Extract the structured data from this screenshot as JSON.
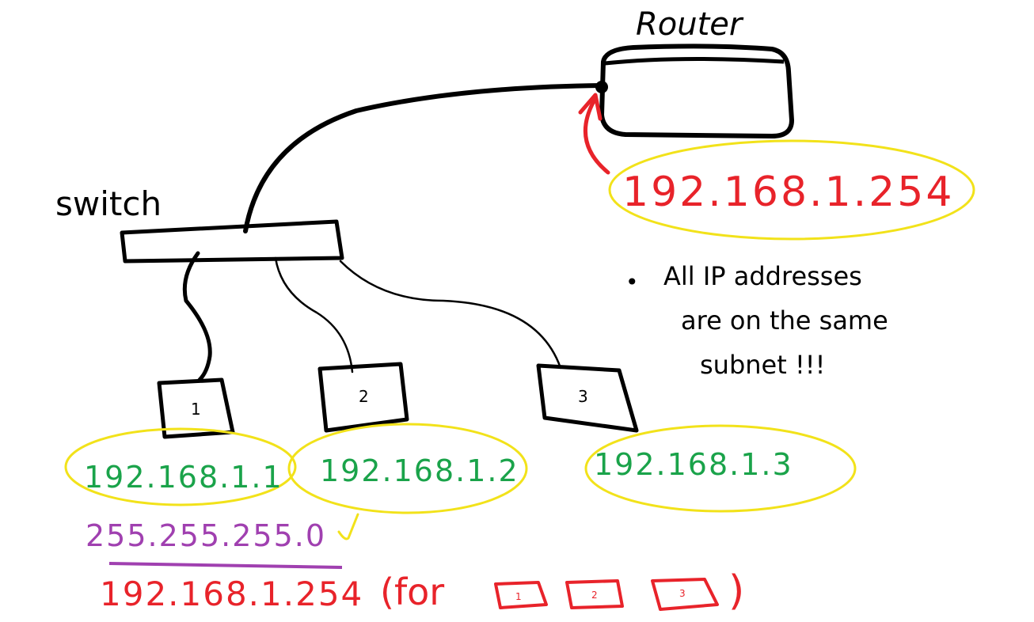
{
  "labels": {
    "router": "Router",
    "switch": "switch"
  },
  "hosts": [
    {
      "id": "1",
      "ip": "192.168.1.1"
    },
    {
      "id": "2",
      "ip": "192.168.1.2"
    },
    {
      "id": "3",
      "ip": "192.168.1.3"
    }
  ],
  "router_ip": "192.168.1.254",
  "subnet_mask": "255.255.255.0",
  "gateway": {
    "ip": "192.168.1.254",
    "prefix": "(for",
    "suffix": ")",
    "host_refs": [
      "1",
      "2",
      "3"
    ]
  },
  "note": {
    "bullet": "•",
    "lines": [
      "All IP addresses",
      "are on the same",
      "subnet !!!"
    ]
  },
  "colors": {
    "ink": "#000000",
    "router_ip": "#e8232a",
    "host_ip": "#1aa34a",
    "mask": "#a040b0",
    "highlight": "#f2e21a",
    "gateway": "#e8232a"
  }
}
